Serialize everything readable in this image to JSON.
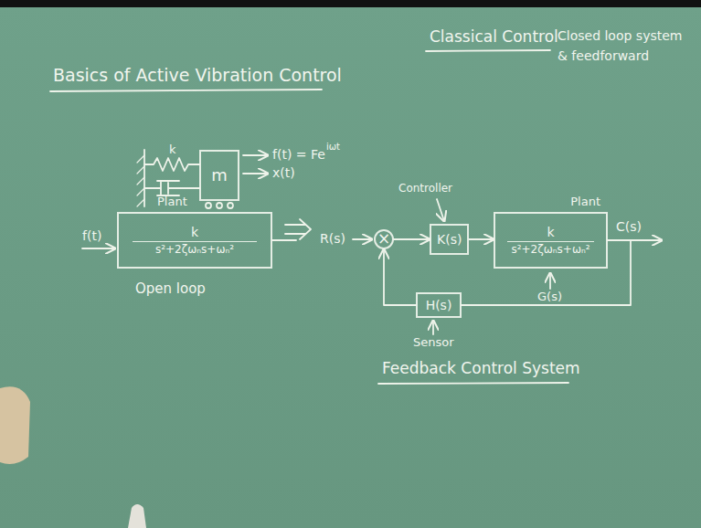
{
  "diagram": {
    "title": "Basics of Active Vibration Control",
    "nodes": [
      {
        "text": [
          "m"
        ]
      },
      {
        "text": [
          "Plant",
          "k",
          "s²+2ζωₙs+ωₙ²"
        ]
      },
      {
        "text": [
          "×"
        ]
      },
      {
        "text": [
          "K(s)"
        ]
      },
      {
        "text": [
          "Plant",
          "k",
          "s²+2ζωₙs+ωₙ²"
        ]
      },
      {
        "text": [
          "H(s)"
        ]
      }
    ],
    "edges": [
      {
        "from": 2,
        "to": 3,
        "arrow": "to"
      },
      {
        "from": 3,
        "to": 4,
        "arrow": "to"
      },
      {
        "from": 4,
        "to": 5,
        "arrow": "none"
      },
      {
        "from": 5,
        "to": 2,
        "arrow": "to"
      }
    ],
    "labels": [
      "f(t) = Fe",
      "iωt",
      "x(t)",
      "k",
      "f(t)",
      "Open loop",
      "R(s)",
      "Controller",
      "C(s)",
      "G(s)",
      "Sensor",
      "Feedback Control System",
      "Classical Control",
      "Closed loop system",
      "& feedforward"
    ]
  }
}
